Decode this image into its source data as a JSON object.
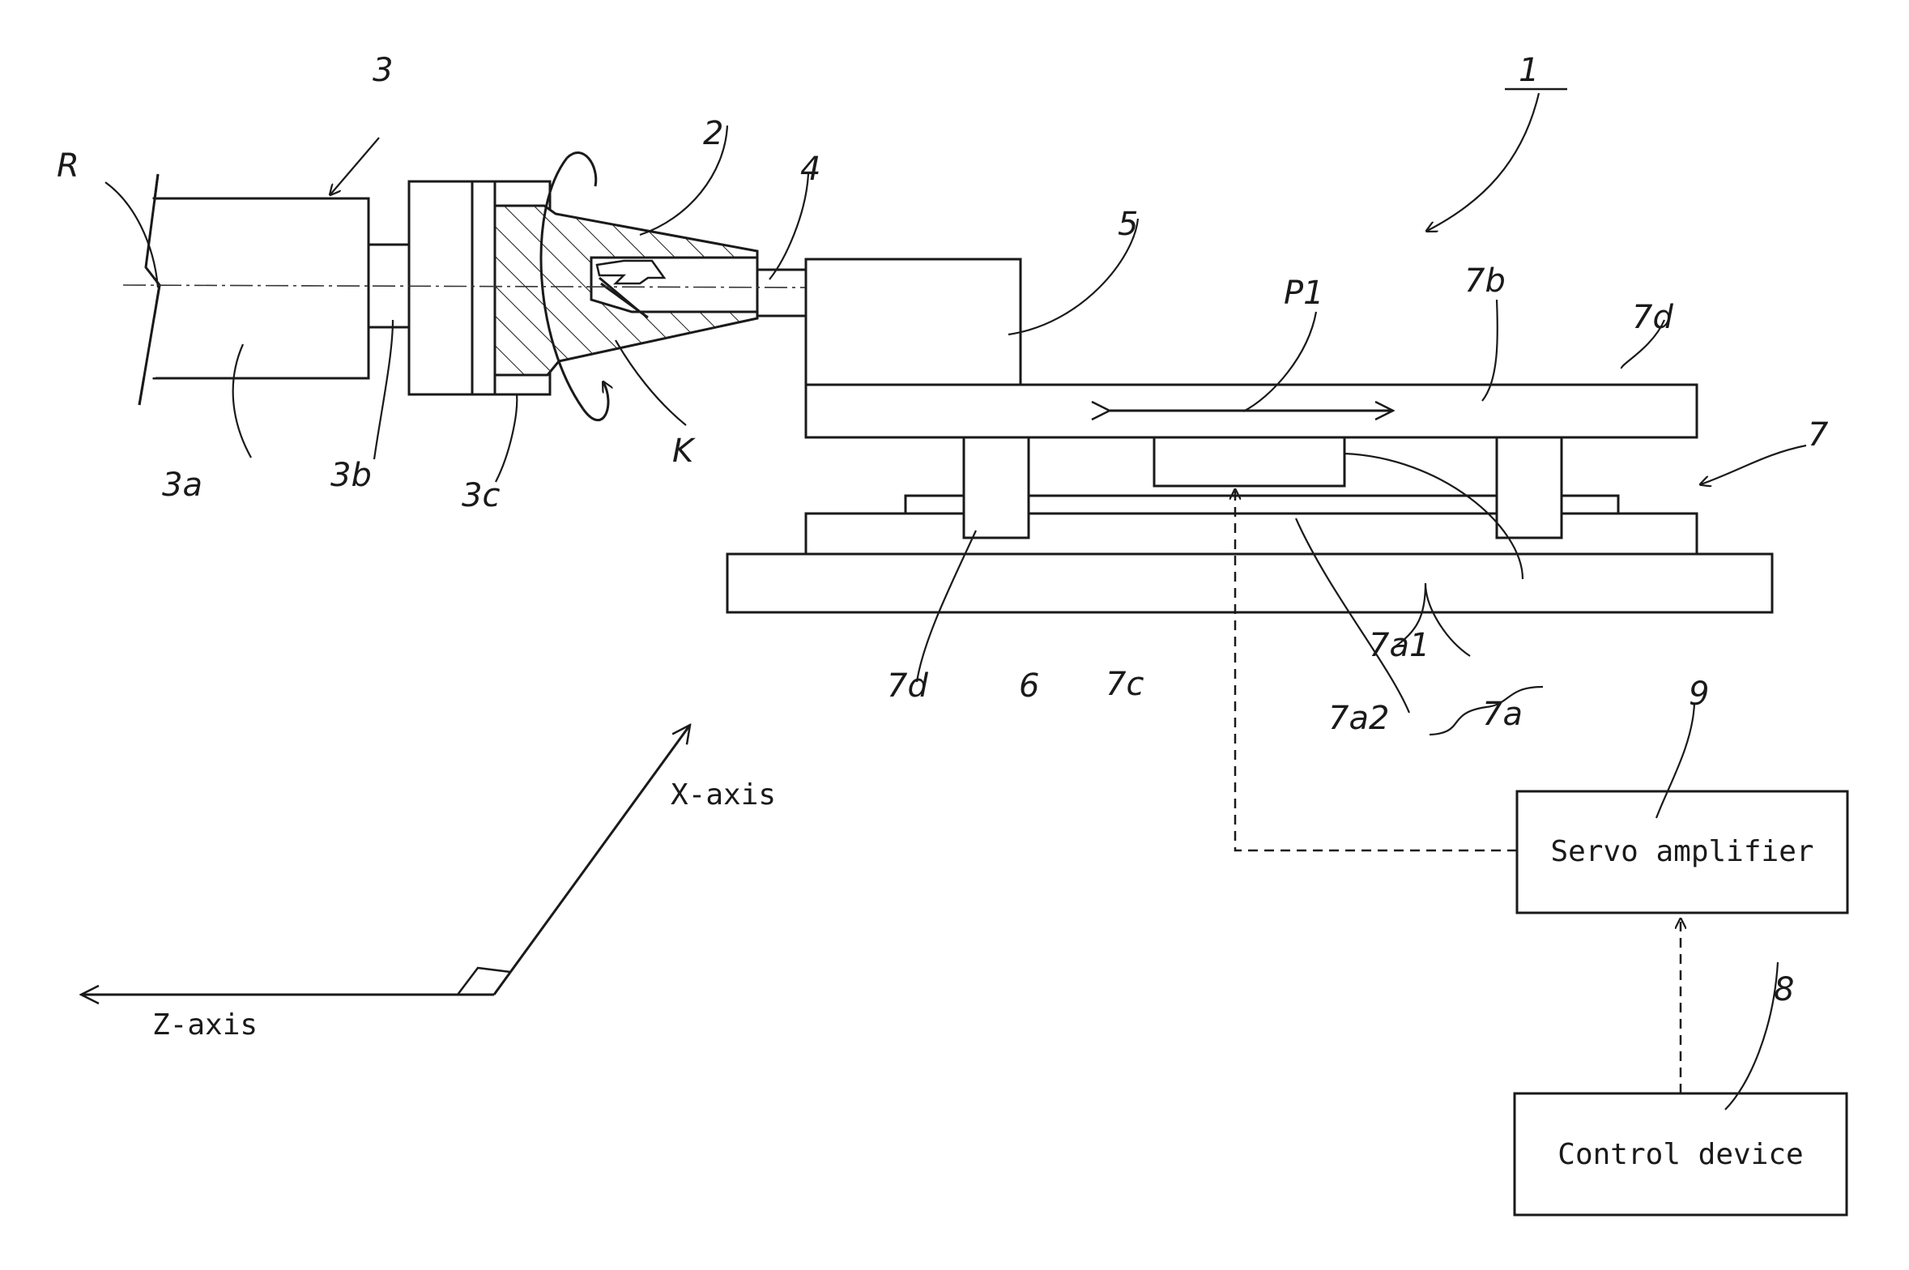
{
  "refs": {
    "r": "R",
    "n3": "3",
    "n3a": "3a",
    "n3b": "3b",
    "n3c": "3c",
    "n2": "2",
    "n4": "4",
    "n5": "5",
    "k": "K",
    "n1": "1",
    "p1": "P1",
    "n7b": "7b",
    "n7d_top": "7d",
    "n7": "7",
    "n7a1": "7a1",
    "n7a2": "7a2",
    "n7a": "7a",
    "n7d_bottom": "7d",
    "n6": "6",
    "n7c": "7c",
    "n9": "9",
    "n8": "8"
  },
  "blocks": {
    "servo_amplifier": "Servo amplifier",
    "control_device": "Control device"
  },
  "axes": {
    "x_axis": "X-axis",
    "z_axis": "Z-axis"
  }
}
